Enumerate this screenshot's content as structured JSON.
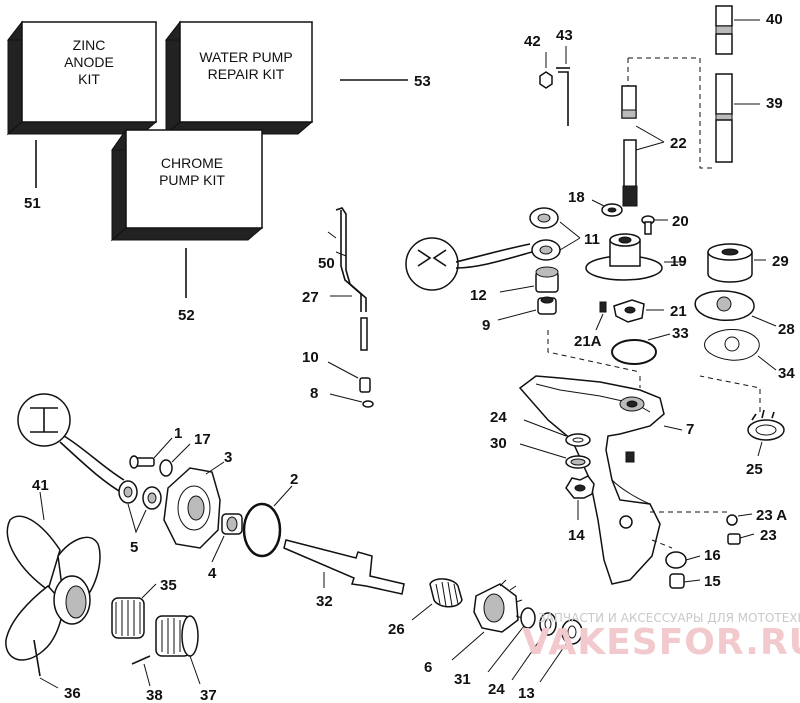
{
  "kits": {
    "zinc": "ZINC\nANODE\nKIT",
    "water_pump": "WATER PUMP\nREPAIR KIT",
    "chrome": "CHROME\nPUMP KIT"
  },
  "labels": {
    "c40": "40",
    "c42": "42",
    "c43": "43",
    "c39": "39",
    "c22": "22",
    "c18": "18",
    "c20": "20",
    "c11": "11",
    "c19": "19",
    "c29": "29",
    "c12": "12",
    "c21": "21",
    "c28": "28",
    "c9": "9",
    "c21a": "21A",
    "c33": "33",
    "c34": "34",
    "c50": "50",
    "c27": "27",
    "c10": "10",
    "c8": "8",
    "c53": "53",
    "c51": "51",
    "c52": "52",
    "c7": "7",
    "c24a": "24",
    "c30": "30",
    "c25": "25",
    "c14": "14",
    "c23a": "23 A",
    "c23": "23",
    "c16": "16",
    "c15": "15",
    "c1": "1",
    "c17": "17",
    "c3": "3",
    "c2": "2",
    "c41": "41",
    "c5": "5",
    "c4": "4",
    "c32": "32",
    "c35": "35",
    "c26": "26",
    "c6": "6",
    "c31": "31",
    "c24b": "24",
    "c13": "13",
    "c36": "36",
    "c38": "38",
    "c37": "37"
  },
  "watermark": {
    "text": "ЗАПЧАСТИ И АКСЕССУАРЫ ДЛЯ МОТОТЕХНИКИ",
    "logo": "VAKESFOR.RU"
  }
}
